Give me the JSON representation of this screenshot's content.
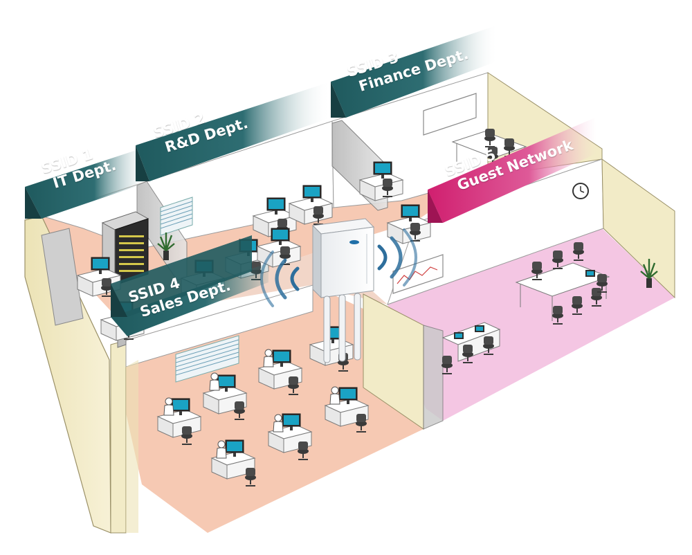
{
  "colors": {
    "banner_teal": "#1f5a5e",
    "banner_magenta": "#d01f6f",
    "floor_peach": "#f6c9b3",
    "floor_pink": "#f4c6e3",
    "wall_cream": "#f2ebc7",
    "wifi_blue": "#2d6e9c",
    "monitor_screen": "#1aa3c4"
  },
  "ssids": [
    {
      "id": "ssid-1",
      "line1": "SSID 1",
      "line2": "IT Dept.",
      "color": "#1f5a5e"
    },
    {
      "id": "ssid-2",
      "line1": "SSID 2",
      "line2": "R&D Dept.",
      "color": "#1f5a5e"
    },
    {
      "id": "ssid-3",
      "line1": "SSID 3",
      "line2": "Finance Dept.",
      "color": "#1f5a5e"
    },
    {
      "id": "ssid-4",
      "line1": "SSID 4",
      "line2": "Sales Dept.",
      "color": "#1f5a5e"
    },
    {
      "id": "ssid-5",
      "line1": "SSID 5",
      "line2": "Guest Network",
      "color": "#d01f6f"
    }
  ],
  "access_point": {
    "icon": "wireless-access-point-icon"
  }
}
